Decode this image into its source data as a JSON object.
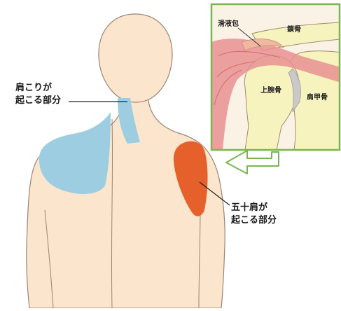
{
  "labels": {
    "stiff_shoulder_line1": "肩こりが",
    "stiff_shoulder_line2": "起こる部分",
    "frozen_shoulder_line1": "五十肩が",
    "frozen_shoulder_line2": "起こる部分"
  },
  "inset": {
    "bursa": "滑液包",
    "clavicle": "鎖骨",
    "humerus": "上腕骨",
    "scapula": "肩甲骨"
  },
  "colors": {
    "skin": "#fbe5cd",
    "outline": "#9b8474",
    "stiff_area": "#9ccde0",
    "frozen_area": "#e5602a",
    "frame_green": "#78b74e",
    "muscle": "#e79191",
    "bone": "#f7f3bf",
    "cartilage": "#c9c9c9"
  }
}
